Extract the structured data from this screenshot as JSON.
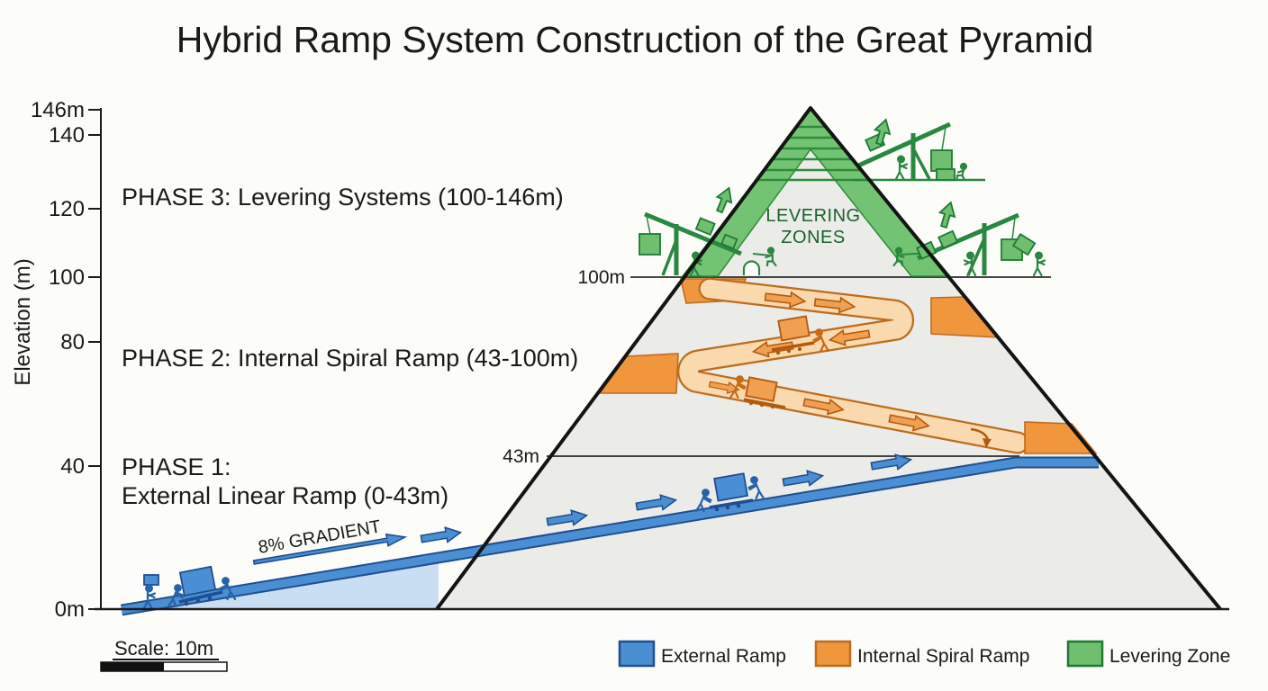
{
  "title": "Hybrid Ramp System Construction of the Great Pyramid",
  "axis": {
    "label": "Elevation (m)",
    "ticks": [
      {
        "label": "146m",
        "elevation_m": 146
      },
      {
        "label": "140",
        "elevation_m": 140
      },
      {
        "label": "120",
        "elevation_m": 120
      },
      {
        "label": "100",
        "elevation_m": 100
      },
      {
        "label": "80",
        "elevation_m": 80
      },
      {
        "label": "40",
        "elevation_m": 40
      },
      {
        "label": "0m",
        "elevation_m": 0
      }
    ]
  },
  "phases": {
    "phase3": {
      "label": "PHASE 3: Levering Systems (100-146m)"
    },
    "phase2": {
      "label": "PHASE 2: Internal Spiral Ramp (43-100m)"
    },
    "phase1": {
      "line1": "PHASE 1:",
      "line2": "External Linear Ramp (0-43m)"
    }
  },
  "pyramid": {
    "levering": {
      "line1": "LEVERING",
      "line2": "ZONES"
    },
    "markers": {
      "m100": "100m",
      "m43": "43m"
    }
  },
  "external_ramp": {
    "gradient_label": "8% GRADIENT"
  },
  "scale_bar": {
    "label": "Scale: 10m"
  },
  "legend": {
    "items": [
      {
        "label": "External Ramp",
        "color": "#4a8fd3",
        "border": "#1e4f8f"
      },
      {
        "label": "Internal Spiral Ramp",
        "color": "#f0973d",
        "border": "#bc6c1d"
      },
      {
        "label": "Levering Zone",
        "color": "#6ec06f",
        "border": "#1e7a33"
      }
    ]
  },
  "colors": {
    "external_ramp_blue": "#4a8fd3",
    "internal_ramp_orange": "#f0973d",
    "levering_green": "#6ec06f",
    "pyramid_gray": "#ebebe8"
  }
}
